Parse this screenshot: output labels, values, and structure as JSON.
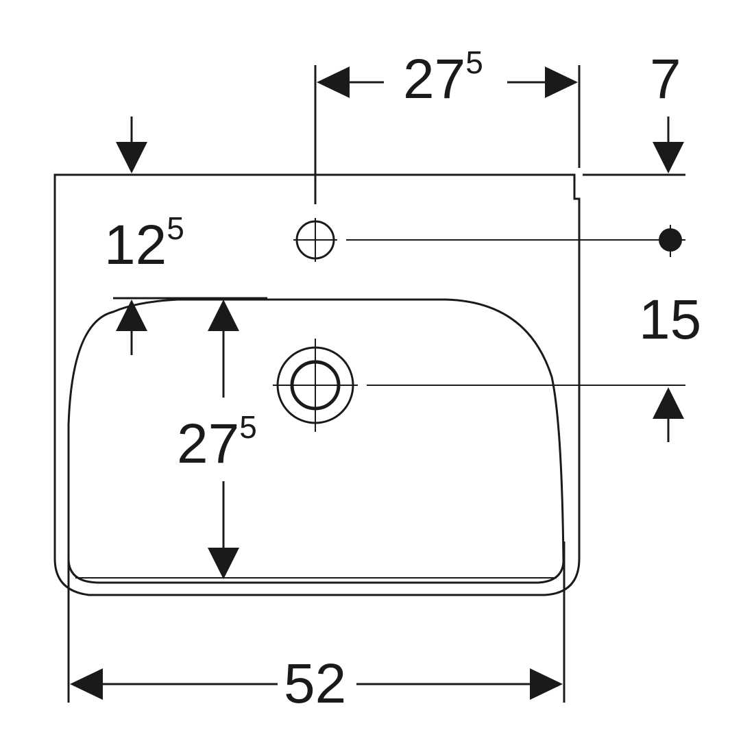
{
  "diagram": {
    "stroke_color": "#1a1a1a",
    "background": "#ffffff",
    "dimensions": {
      "top_width": {
        "main": "27",
        "sup": "5"
      },
      "top_offset": {
        "main": "7",
        "sup": ""
      },
      "left_depth": {
        "main": "12",
        "sup": "5"
      },
      "right_drain": {
        "main": "15",
        "sup": ""
      },
      "bowl_depth": {
        "main": "27",
        "sup": "5"
      },
      "overall_width": {
        "main": "52",
        "sup": ""
      }
    }
  }
}
